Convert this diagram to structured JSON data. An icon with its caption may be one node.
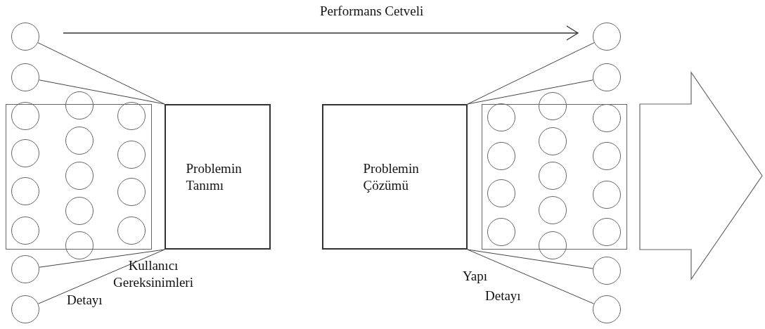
{
  "diagram": {
    "nodes": [
      {
        "text": [],
        "shape": "box"
      },
      {
        "text": [],
        "shape": "circle"
      },
      {
        "text": [],
        "shape": "circle"
      },
      {
        "text": [],
        "shape": "circle",
        "in": 0
      },
      {
        "text": [],
        "shape": "circle",
        "in": 0
      },
      {
        "text": [],
        "shape": "circle",
        "in": 0
      },
      {
        "text": [],
        "shape": "circle",
        "in": 0
      },
      {
        "text": [],
        "shape": "circle"
      },
      {
        "text": [],
        "shape": "circle"
      },
      {
        "text": [],
        "shape": "circle"
      },
      {
        "text": [],
        "shape": "circle",
        "in": 0
      },
      {
        "text": [],
        "shape": "circle",
        "in": 0
      },
      {
        "text": [],
        "shape": "circle",
        "in": 0
      },
      {
        "text": [],
        "shape": "circle"
      },
      {
        "text": [],
        "shape": "circle",
        "in": 0
      },
      {
        "text": [],
        "shape": "circle",
        "in": 0
      },
      {
        "text": [],
        "shape": "circle",
        "in": 0
      },
      {
        "text": [],
        "shape": "circle",
        "in": 0
      },
      {
        "text": [
          "Problemin Tanımı"
        ]
      },
      {
        "text": [
          "Problemin Çözümü"
        ]
      },
      {
        "text": [],
        "shape": "box"
      },
      {
        "text": [],
        "shape": "circle",
        "in": 20
      },
      {
        "text": [],
        "shape": "circle",
        "in": 20
      },
      {
        "text": [],
        "shape": "circle",
        "in": 20
      },
      {
        "text": [],
        "shape": "circle",
        "in": 20
      },
      {
        "text": [],
        "shape": "circle"
      },
      {
        "text": [],
        "shape": "circle",
        "in": 20
      },
      {
        "text": [],
        "shape": "circle",
        "in": 20
      },
      {
        "text": [],
        "shape": "circle",
        "in": 20
      },
      {
        "text": [],
        "shape": "circle"
      },
      {
        "text": [],
        "shape": "circle"
      },
      {
        "text": [],
        "shape": "circle"
      },
      {
        "text": [],
        "shape": "circle",
        "in": 20
      },
      {
        "text": [],
        "shape": "circle",
        "in": 20
      },
      {
        "text": [],
        "shape": "circle",
        "in": 20
      },
      {
        "text": [],
        "shape": "circle",
        "in": 20
      },
      {
        "text": [],
        "shape": "circle"
      },
      {
        "text": [],
        "shape": "circle"
      }
    ],
    "edges": [
      {
        "from": 1,
        "to": 18,
        "arrow": "none"
      },
      {
        "from": 2,
        "to": 18,
        "arrow": "none"
      },
      {
        "from": 7,
        "to": 18,
        "arrow": "none"
      },
      {
        "from": 8,
        "to": 18,
        "arrow": "none"
      },
      {
        "from": 19,
        "to": 30,
        "arrow": "none"
      },
      {
        "from": 19,
        "to": 31,
        "arrow": "none"
      },
      {
        "from": 19,
        "to": 36,
        "arrow": "none"
      },
      {
        "from": 19,
        "to": 37,
        "arrow": "none"
      }
    ],
    "labels": [
      "Performans Cetveli",
      "Kullanıcı Gereksinimleri",
      "Detayı",
      "Yapı",
      "Detayı"
    ]
  }
}
